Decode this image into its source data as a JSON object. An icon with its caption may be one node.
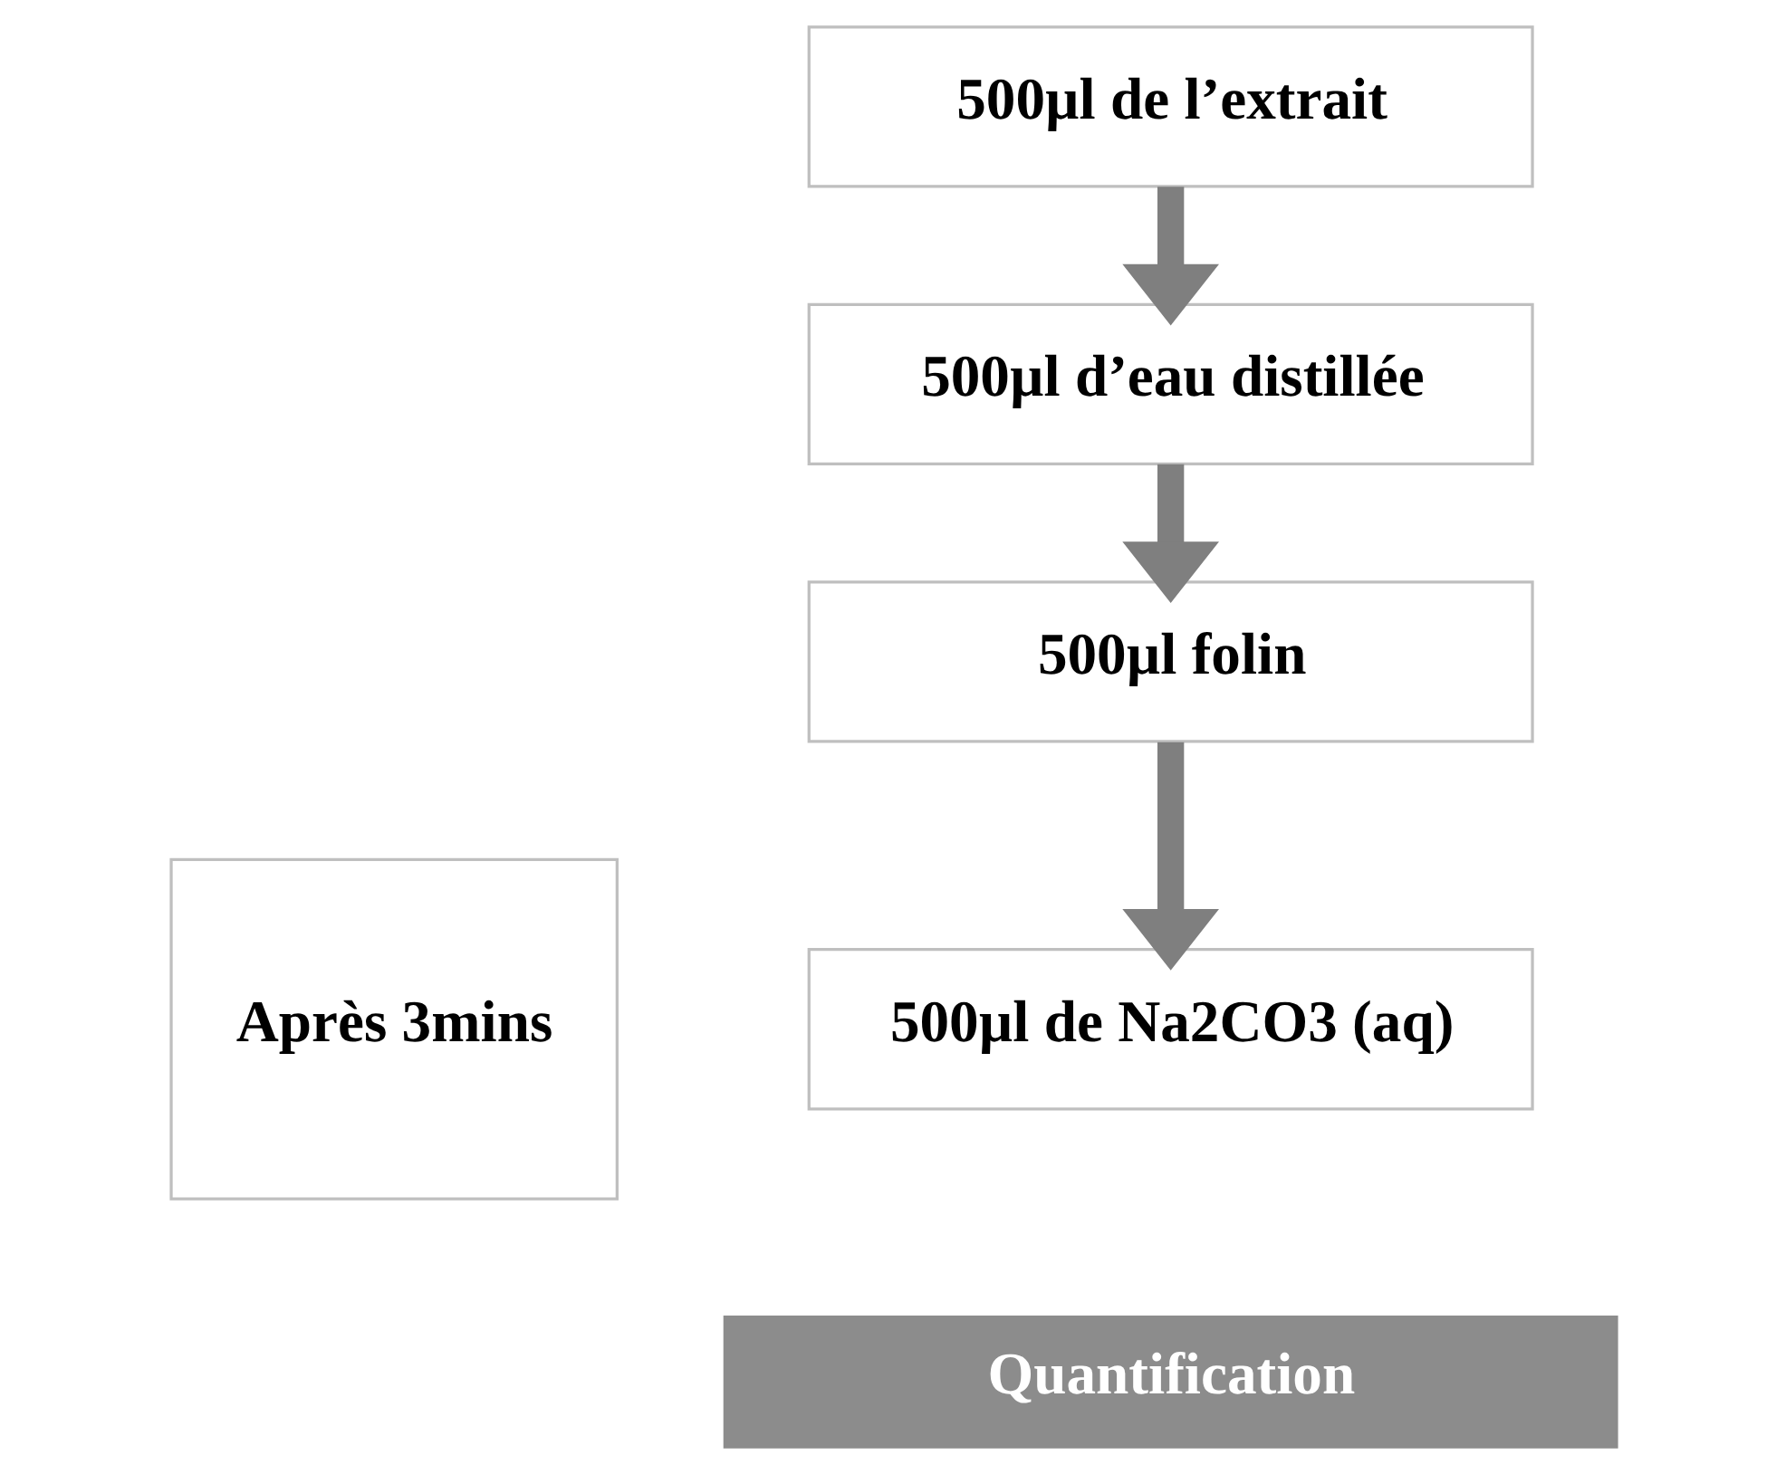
{
  "diagram": {
    "nodes": [
      {
        "text": [
          "500µl de l’extrait"
        ]
      },
      {
        "text": [
          "500µl d’eau distillée"
        ]
      },
      {
        "text": [
          "500µl folin"
        ]
      },
      {
        "text": [
          "Après 3mins"
        ]
      },
      {
        "text": [
          "500µl de Na2CO3 (aq)"
        ]
      },
      {
        "text": [
          "Quantification"
        ]
      }
    ],
    "edges": [
      {
        "from": 0,
        "to": 1,
        "arrow": "to"
      },
      {
        "from": 1,
        "to": 2,
        "arrow": "to"
      },
      {
        "from": 2,
        "to": 4,
        "arrow": "to"
      }
    ]
  }
}
